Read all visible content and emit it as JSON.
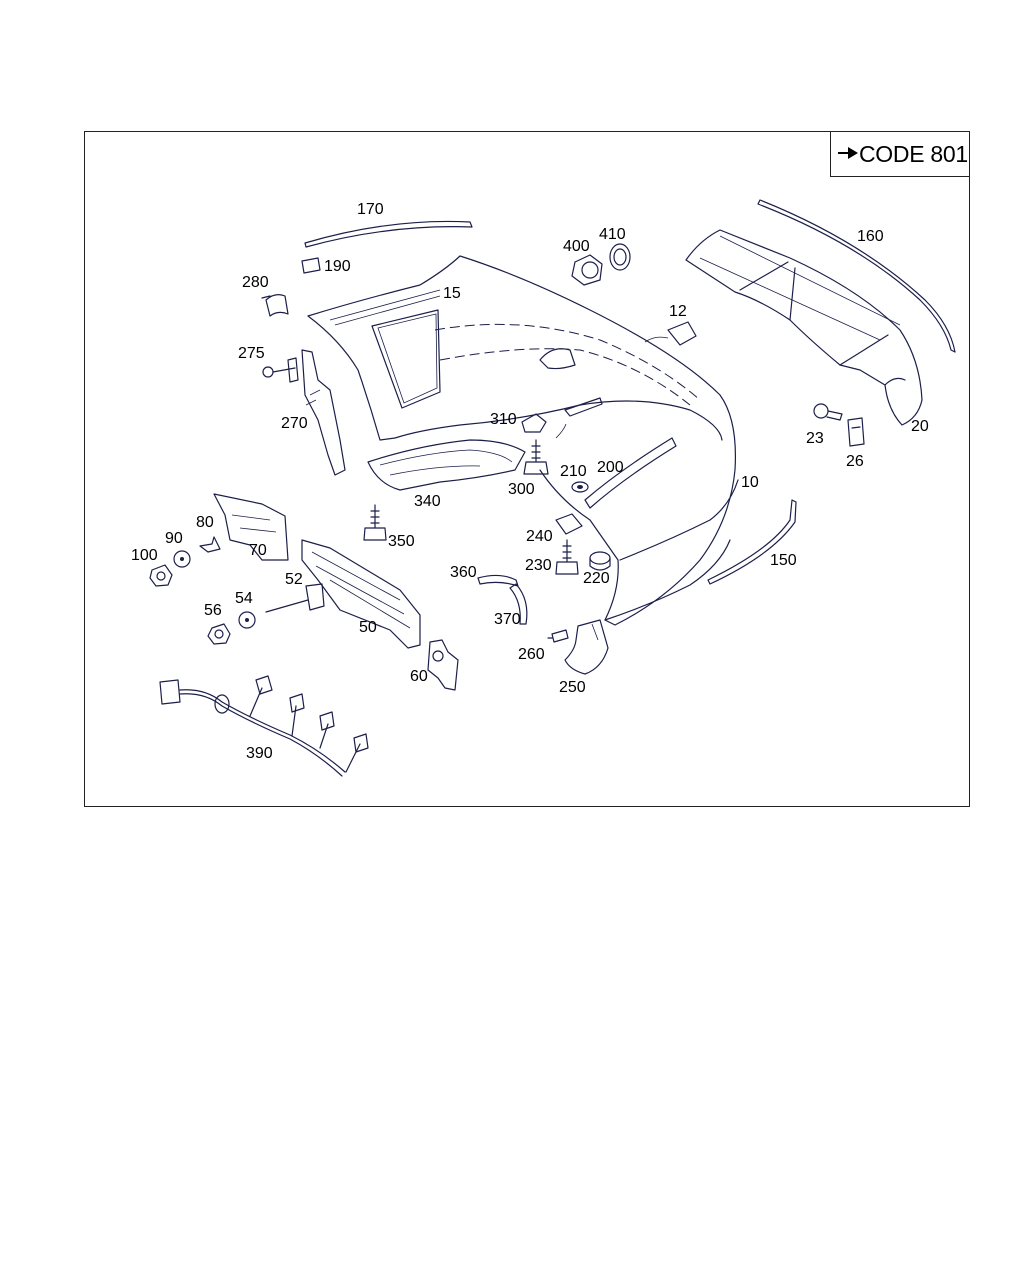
{
  "diagram": {
    "code_label": "CODE 801",
    "callouts": [
      {
        "id": "170",
        "text": "170"
      },
      {
        "id": "190",
        "text": "190"
      },
      {
        "id": "280",
        "text": "280"
      },
      {
        "id": "15",
        "text": "15"
      },
      {
        "id": "400",
        "text": "400"
      },
      {
        "id": "410",
        "text": "410"
      },
      {
        "id": "160",
        "text": "160"
      },
      {
        "id": "12",
        "text": "12"
      },
      {
        "id": "275",
        "text": "275"
      },
      {
        "id": "270",
        "text": "270"
      },
      {
        "id": "310",
        "text": "310"
      },
      {
        "id": "300",
        "text": "300"
      },
      {
        "id": "210",
        "text": "210"
      },
      {
        "id": "200",
        "text": "200"
      },
      {
        "id": "10",
        "text": "10"
      },
      {
        "id": "23",
        "text": "23"
      },
      {
        "id": "26",
        "text": "26"
      },
      {
        "id": "20",
        "text": "20"
      },
      {
        "id": "340",
        "text": "340"
      },
      {
        "id": "350",
        "text": "350"
      },
      {
        "id": "80",
        "text": "80"
      },
      {
        "id": "90",
        "text": "90"
      },
      {
        "id": "100",
        "text": "100"
      },
      {
        "id": "70",
        "text": "70"
      },
      {
        "id": "240",
        "text": "240"
      },
      {
        "id": "230",
        "text": "230"
      },
      {
        "id": "220",
        "text": "220"
      },
      {
        "id": "150",
        "text": "150"
      },
      {
        "id": "360",
        "text": "360"
      },
      {
        "id": "52",
        "text": "52"
      },
      {
        "id": "54",
        "text": "54"
      },
      {
        "id": "56",
        "text": "56"
      },
      {
        "id": "50",
        "text": "50"
      },
      {
        "id": "370",
        "text": "370"
      },
      {
        "id": "260",
        "text": "260"
      },
      {
        "id": "60",
        "text": "60"
      },
      {
        "id": "250",
        "text": "250"
      },
      {
        "id": "390",
        "text": "390"
      }
    ]
  }
}
